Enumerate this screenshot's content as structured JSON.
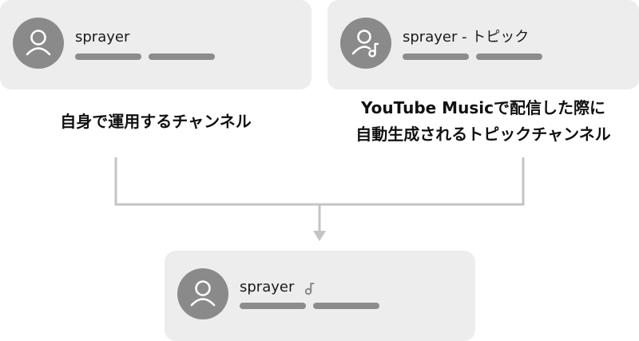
{
  "cards": {
    "left": {
      "channel_name": "sprayer"
    },
    "right": {
      "channel_name": "sprayer - トピック"
    },
    "bottom": {
      "channel_name": "sprayer"
    }
  },
  "captions": {
    "left": "自身で運用するチャンネル",
    "right_line1": "YouTube Musicで配信した際に",
    "right_line2": "自動生成されるトピックチャンネル"
  },
  "icons": {
    "avatar": "user-avatar-icon",
    "topic_avatar": "user-music-note-icon",
    "official_badge": "music-note-icon",
    "merge_arrow": "arrow-down-icon"
  },
  "colors": {
    "card_bg": "#ededed",
    "avatar_bg": "#8a8a8a",
    "placeholder_bar": "#8c8c8c",
    "connector": "#c4c4c4"
  }
}
